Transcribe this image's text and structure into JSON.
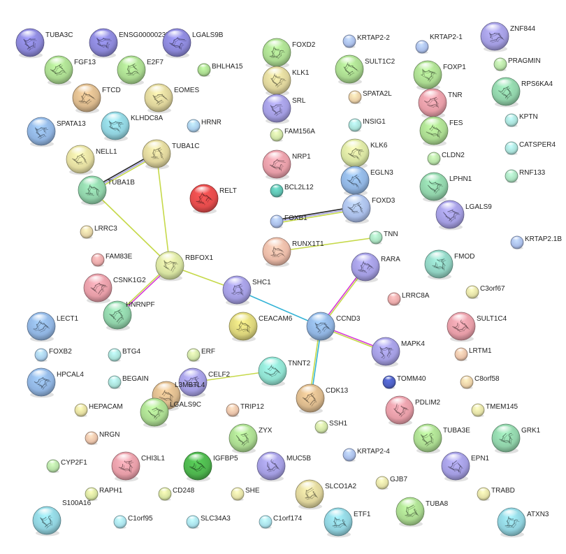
{
  "network": {
    "nodes": [
      {
        "id": "TUBA3C",
        "label": "TUBA3C",
        "color": "#8a86d6",
        "size": "large",
        "structure": true
      },
      {
        "id": "ENSG00000235187",
        "label": "ENSG00000235187",
        "color": "#8a86d6",
        "size": "large",
        "structure": true
      },
      {
        "id": "LGALS9B",
        "label": "LGALS9B",
        "color": "#8a86d6",
        "size": "large",
        "structure": true
      },
      {
        "id": "FGF13",
        "label": "FGF13",
        "color": "#a9d88f",
        "size": "large",
        "structure": true
      },
      {
        "id": "E2F7",
        "label": "E2F7",
        "color": "#a9d88f",
        "size": "large",
        "structure": true
      },
      {
        "id": "BHLHA15",
        "label": "BHLHA15",
        "color": "#a9d88f",
        "size": "small",
        "structure": false
      },
      {
        "id": "FTCD",
        "label": "FTCD",
        "color": "#d9b88c",
        "size": "large",
        "structure": true
      },
      {
        "id": "EOMES",
        "label": "EOMES",
        "color": "#dcd29a",
        "size": "large",
        "structure": true
      },
      {
        "id": "SPATA13",
        "label": "SPATA13",
        "color": "#8fb3e0",
        "size": "large",
        "structure": true
      },
      {
        "id": "KLHDC8A",
        "label": "KLHDC8A",
        "color": "#8fd0dc",
        "size": "large",
        "structure": true
      },
      {
        "id": "HRNR",
        "label": "HRNR",
        "color": "#a9cdea",
        "size": "small",
        "structure": false
      },
      {
        "id": "NELL1",
        "label": "NELL1",
        "color": "#e3dca0",
        "size": "large",
        "structure": true
      },
      {
        "id": "TUBA1C",
        "label": "TUBA1C",
        "color": "#dcd29a",
        "size": "large",
        "structure": true
      },
      {
        "id": "TUBA1B",
        "label": "TUBA1B",
        "color": "#8fd0a8",
        "size": "large",
        "structure": true
      },
      {
        "id": "RELT",
        "label": "RELT",
        "color": "#e34b4b",
        "size": "large",
        "structure": true
      },
      {
        "id": "LRRC3",
        "label": "LRRC3",
        "color": "#e3d3a6",
        "size": "small",
        "structure": false
      },
      {
        "id": "FAM83E",
        "label": "FAM83E",
        "color": "#e9a9a9",
        "size": "small",
        "structure": false
      },
      {
        "id": "RBFOX1",
        "label": "RBFOX1",
        "color": "#d6e2a0",
        "size": "large",
        "structure": true
      },
      {
        "id": "CSNK1G2",
        "label": "CSNK1G2",
        "color": "#e59ca6",
        "size": "large",
        "structure": true
      },
      {
        "id": "HNRNPF",
        "label": "HNRNPF",
        "color": "#8fd0a8",
        "size": "large",
        "structure": true
      },
      {
        "id": "SHC1",
        "label": "SHC1",
        "color": "#a29ce0",
        "size": "large",
        "structure": true
      },
      {
        "id": "CEACAM6",
        "label": "CEACAM6",
        "color": "#d9d27a",
        "size": "large",
        "structure": true
      },
      {
        "id": "LECT1",
        "label": "LECT1",
        "color": "#8fb3e0",
        "size": "large",
        "structure": true
      },
      {
        "id": "FOXB2",
        "label": "FOXB2",
        "color": "#a9cdea",
        "size": "small",
        "structure": false
      },
      {
        "id": "BTG4",
        "label": "BTG4",
        "color": "#a9e0d8",
        "size": "small",
        "structure": false
      },
      {
        "id": "ERF",
        "label": "ERF",
        "color": "#cfe3a6",
        "size": "small",
        "structure": false
      },
      {
        "id": "HPCAL4",
        "label": "HPCAL4",
        "color": "#8fb3e0",
        "size": "large",
        "structure": true
      },
      {
        "id": "BEGAIN",
        "label": "BEGAIN",
        "color": "#a9e0d8",
        "size": "small",
        "structure": false
      },
      {
        "id": "CELF2",
        "label": "CELF2",
        "color": "#a29ce0",
        "size": "large",
        "structure": true
      },
      {
        "id": "L3MBTL4",
        "label": "L3MBTL4",
        "color": "#d9b88c",
        "size": "large",
        "structure": true
      },
      {
        "id": "TNNT2",
        "label": "TNNT2",
        "color": "#8fe0cf",
        "size": "large",
        "structure": true
      },
      {
        "id": "HEPACAM",
        "label": "HEPACAM",
        "color": "#e3dca0",
        "size": "small",
        "structure": false
      },
      {
        "id": "TRIP12",
        "label": "TRIP12",
        "color": "#e9c2a9",
        "size": "small",
        "structure": false
      },
      {
        "id": "NRGN",
        "label": "NRGN",
        "color": "#e9c2a9",
        "size": "small",
        "structure": false
      },
      {
        "id": "LGALS9C",
        "label": "LGALS9C",
        "color": "#a9d88f",
        "size": "large",
        "structure": true
      },
      {
        "id": "ZYX",
        "label": "ZYX",
        "color": "#a9d88f",
        "size": "large",
        "structure": true
      },
      {
        "id": "CYP2F1",
        "label": "CYP2F1",
        "color": "#b6e0a6",
        "size": "small",
        "structure": false
      },
      {
        "id": "CHI3L1",
        "label": "CHI3L1",
        "color": "#e59ca6",
        "size": "large",
        "structure": true
      },
      {
        "id": "IGFBP5",
        "label": "IGFBP5",
        "color": "#4db34d",
        "size": "large",
        "structure": true
      },
      {
        "id": "MUC5B",
        "label": "MUC5B",
        "color": "#a29ce0",
        "size": "large",
        "structure": true
      },
      {
        "id": "RAPH1",
        "label": "RAPH1",
        "color": "#d6e2a0",
        "size": "small",
        "structure": false
      },
      {
        "id": "CD248",
        "label": "CD248",
        "color": "#d6e2a0",
        "size": "small",
        "structure": false
      },
      {
        "id": "SHE",
        "label": "SHE",
        "color": "#e3e0a6",
        "size": "small",
        "structure": false
      },
      {
        "id": "S100A16",
        "label": "S100A16",
        "color": "#8fd0dc",
        "size": "large",
        "structure": true
      },
      {
        "id": "C1orf95",
        "label": "C1orf95",
        "color": "#a9e0ea",
        "size": "small",
        "structure": false
      },
      {
        "id": "SLC34A3",
        "label": "SLC34A3",
        "color": "#a9e0ea",
        "size": "small",
        "structure": false
      },
      {
        "id": "C1orf174",
        "label": "C1orf174",
        "color": "#a9e0ea",
        "size": "small",
        "structure": false
      },
      {
        "id": "SLCO1A2",
        "label": "SLCO1A2",
        "color": "#dcd29a",
        "size": "large",
        "structure": true
      },
      {
        "id": "ETF1",
        "label": "ETF1",
        "color": "#8fd0dc",
        "size": "large",
        "structure": true
      },
      {
        "id": "FOXD2",
        "label": "FOXD2",
        "color": "#a9d88f",
        "size": "large",
        "structure": true
      },
      {
        "id": "KLK1",
        "label": "KLK1",
        "color": "#dcd29a",
        "size": "large",
        "structure": true
      },
      {
        "id": "SRL",
        "label": "SRL",
        "color": "#a29ce0",
        "size": "large",
        "structure": true
      },
      {
        "id": "FAM156A",
        "label": "FAM156A",
        "color": "#cfe3a6",
        "size": "small",
        "structure": false
      },
      {
        "id": "NRP1",
        "label": "NRP1",
        "color": "#e59ca6",
        "size": "large",
        "structure": true
      },
      {
        "id": "BCL2L12",
        "label": "BCL2L12",
        "color": "#5fc0b0",
        "size": "small",
        "structure": false
      },
      {
        "id": "FOXB1",
        "label": "FOXB1",
        "color": "#a9bde8",
        "size": "small",
        "structure": false
      },
      {
        "id": "RUNX1T1",
        "label": "RUNX1T1",
        "color": "#e9b9a6",
        "size": "large",
        "structure": true
      },
      {
        "id": "KRTAP2-2",
        "label": "KRTAP2-2",
        "color": "#a9bde8",
        "size": "small",
        "structure": false
      },
      {
        "id": "SULT1C2",
        "label": "SULT1C2",
        "color": "#a9d88f",
        "size": "large",
        "structure": true
      },
      {
        "id": "SPATA2L",
        "label": "SPATA2L",
        "color": "#e9cfa6",
        "size": "small",
        "structure": false
      },
      {
        "id": "INSIG1",
        "label": "INSIG1",
        "color": "#a9e0d8",
        "size": "small",
        "structure": false
      },
      {
        "id": "KLK6",
        "label": "KLK6",
        "color": "#d6e2a0",
        "size": "large",
        "structure": true
      },
      {
        "id": "EGLN3",
        "label": "EGLN3",
        "color": "#8fb3e0",
        "size": "large",
        "structure": true
      },
      {
        "id": "FOXD3",
        "label": "FOXD3",
        "color": "#a9bde8",
        "size": "large",
        "structure": true
      },
      {
        "id": "TNN",
        "label": "TNN",
        "color": "#a9e0bf",
        "size": "small",
        "structure": false
      },
      {
        "id": "RARA",
        "label": "RARA",
        "color": "#a29ce0",
        "size": "large",
        "structure": true
      },
      {
        "id": "LRRC8A",
        "label": "LRRC8A",
        "color": "#e9a9a9",
        "size": "small",
        "structure": false
      },
      {
        "id": "CCND3",
        "label": "CCND3",
        "color": "#8fb3e0",
        "size": "large",
        "structure": true
      },
      {
        "id": "MAPK4",
        "label": "MAPK4",
        "color": "#a29ce0",
        "size": "large",
        "structure": true
      },
      {
        "id": "TOMM40",
        "label": "TOMM40",
        "color": "#4d5fc0",
        "size": "small",
        "structure": false
      },
      {
        "id": "CDK13",
        "label": "CDK13",
        "color": "#d9b88c",
        "size": "large",
        "structure": true
      },
      {
        "id": "SSH1",
        "label": "SSH1",
        "color": "#cfe3a6",
        "size": "small",
        "structure": false
      },
      {
        "id": "KRTAP2-4",
        "label": "KRTAP2-4",
        "color": "#a9bde8",
        "size": "small",
        "structure": false
      },
      {
        "id": "GJB7",
        "label": "GJB7",
        "color": "#e3e0a6",
        "size": "small",
        "structure": false
      },
      {
        "id": "KRTAP2-1",
        "label": "KRTAP2-1",
        "color": "#a9bde8",
        "size": "small",
        "structure": false
      },
      {
        "id": "ZNF844",
        "label": "ZNF844",
        "color": "#a29ce0",
        "size": "large",
        "structure": true
      },
      {
        "id": "PRAGMIN",
        "label": "PRAGMIN",
        "color": "#b6e0a6",
        "size": "small",
        "structure": false
      },
      {
        "id": "FOXP1",
        "label": "FOXP1",
        "color": "#a9d88f",
        "size": "large",
        "structure": true
      },
      {
        "id": "RPS6KA4",
        "label": "RPS6KA4",
        "color": "#8fd0a8",
        "size": "large",
        "structure": true
      },
      {
        "id": "TNR",
        "label": "TNR",
        "color": "#e59ca6",
        "size": "large",
        "structure": true
      },
      {
        "id": "KPTN",
        "label": "KPTN",
        "color": "#a9e0d8",
        "size": "small",
        "structure": false
      },
      {
        "id": "FES",
        "label": "FES",
        "color": "#a9d88f",
        "size": "large",
        "structure": true
      },
      {
        "id": "CATSPER4",
        "label": "CATSPER4",
        "color": "#a9e0d8",
        "size": "small",
        "structure": false
      },
      {
        "id": "CLDN2",
        "label": "CLDN2",
        "color": "#b6e0a6",
        "size": "small",
        "structure": false
      },
      {
        "id": "RNF133",
        "label": "RNF133",
        "color": "#a9e0bf",
        "size": "small",
        "structure": false
      },
      {
        "id": "LPHN1",
        "label": "LPHN1",
        "color": "#8fd0a8",
        "size": "large",
        "structure": true
      },
      {
        "id": "LGALS9",
        "label": "LGALS9",
        "color": "#a29ce0",
        "size": "large",
        "structure": true
      },
      {
        "id": "KRTAP2.1B",
        "label": "KRTAP2.1B",
        "color": "#a9bde8",
        "size": "small",
        "structure": false
      },
      {
        "id": "FMOD",
        "label": "FMOD",
        "color": "#8fd0c0",
        "size": "large",
        "structure": true
      },
      {
        "id": "C3orf67",
        "label": "C3orf67",
        "color": "#e3e0a6",
        "size": "small",
        "structure": false
      },
      {
        "id": "SULT1C4",
        "label": "SULT1C4",
        "color": "#e59ca6",
        "size": "large",
        "structure": true
      },
      {
        "id": "LRTM1",
        "label": "LRTM1",
        "color": "#e9c2a9",
        "size": "small",
        "structure": false
      },
      {
        "id": "C8orf58",
        "label": "C8orf58",
        "color": "#e9cfa6",
        "size": "small",
        "structure": false
      },
      {
        "id": "PDLIM2",
        "label": "PDLIM2",
        "color": "#e59ca6",
        "size": "large",
        "structure": true
      },
      {
        "id": "TMEM145",
        "label": "TMEM145",
        "color": "#e3e0a6",
        "size": "small",
        "structure": false
      },
      {
        "id": "TUBA3E",
        "label": "TUBA3E",
        "color": "#a9d88f",
        "size": "large",
        "structure": true
      },
      {
        "id": "GRK1",
        "label": "GRK1",
        "color": "#8fd0a8",
        "size": "large",
        "structure": true
      },
      {
        "id": "EPN1",
        "label": "EPN1",
        "color": "#a29ce0",
        "size": "large",
        "structure": true
      },
      {
        "id": "TRABD",
        "label": "TRABD",
        "color": "#e3e0a6",
        "size": "small",
        "structure": false
      },
      {
        "id": "TUBA8",
        "label": "TUBA8",
        "color": "#a9d88f",
        "size": "large",
        "structure": true
      },
      {
        "id": "ATXN3",
        "label": "ATXN3",
        "color": "#8fd0dc",
        "size": "large",
        "structure": true
      }
    ],
    "edges": [
      {
        "source": "TUBA1B",
        "target": "TUBA1C",
        "colors": [
          "#222222",
          "#a3a0e0",
          "#c6d94a"
        ]
      },
      {
        "source": "TUBA1B",
        "target": "RBFOX1",
        "colors": [
          "#c6d94a"
        ]
      },
      {
        "source": "TUBA1C",
        "target": "RBFOX1",
        "colors": [
          "#c6d94a"
        ]
      },
      {
        "source": "RBFOX1",
        "target": "HNRNPF",
        "colors": [
          "#d63ad6",
          "#c6d94a"
        ]
      },
      {
        "source": "RBFOX1",
        "target": "SHC1",
        "colors": [
          "#c6d94a"
        ]
      },
      {
        "source": "SHC1",
        "target": "CCND3",
        "colors": [
          "#34b3d6"
        ]
      },
      {
        "source": "CCND3",
        "target": "RARA",
        "colors": [
          "#d63ad6",
          "#c6d94a"
        ]
      },
      {
        "source": "CCND3",
        "target": "MAPK4",
        "colors": [
          "#d63ad6",
          "#c6d94a"
        ]
      },
      {
        "source": "CCND3",
        "target": "CDK13",
        "colors": [
          "#34b3d6",
          "#c6d94a"
        ]
      },
      {
        "source": "CELF2",
        "target": "TNNT2",
        "colors": [
          "#c6d94a"
        ]
      },
      {
        "source": "FOXB1",
        "target": "FOXD3",
        "colors": [
          "#222222",
          "#a3a0e0",
          "#c6d94a"
        ]
      },
      {
        "source": "RUNX1T1",
        "target": "TNN",
        "colors": [
          "#c6d94a"
        ]
      }
    ]
  }
}
